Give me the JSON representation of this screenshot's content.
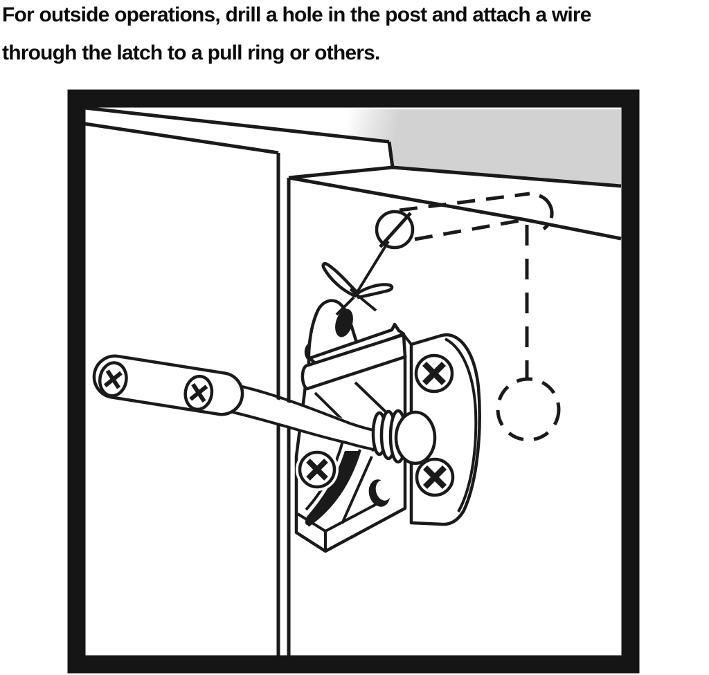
{
  "caption": {
    "line1": "For outside operations, drill a hole in the post and attach a wire",
    "line2": "through the latch to a pull ring or others."
  },
  "figure": {
    "description": "Black and white line-art instruction diagram inside a thick black square frame: an automatic gate latch mounted on a fence post, a strike arm with screws mounted on the gate board, a wire tied through the latch lever leading up to a drilled hole marker, and dashed guide lines with a dashed circle showing where to drill the hole in the post. Gray sky area appears behind the top of the post.",
    "colors": {
      "frame": "#151515",
      "line_art": "#1a1a1a",
      "sky_gray": "#d2d2d2",
      "paper": "#ffffff"
    },
    "elements": [
      "gate-board",
      "fence-post",
      "latch-body",
      "latch-lever",
      "lever-slot",
      "wire",
      "wire-knot",
      "drill-hole-marker",
      "dashed-drill-guides",
      "dashed-exit-circle",
      "latch-pin",
      "strike-arm-plate",
      "phillips-screws",
      "mounting-plate"
    ]
  }
}
